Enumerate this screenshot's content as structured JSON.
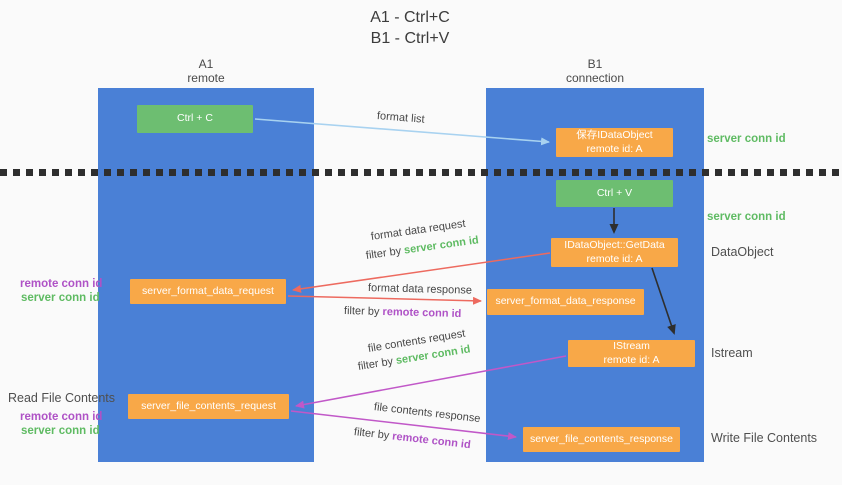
{
  "title": {
    "line1": "A1 - Ctrl+C",
    "line2": "B1 - Ctrl+V"
  },
  "columns": {
    "a1": {
      "name": "A1",
      "subtitle": "remote"
    },
    "b1": {
      "name": "B1",
      "subtitle": "connection"
    }
  },
  "nodes": {
    "ctrl_c": {
      "label": "Ctrl + C"
    },
    "save_idataobject": {
      "line1": "保存IDataObject",
      "line2": "remote id: A"
    },
    "ctrl_v": {
      "label": "Ctrl + V"
    },
    "getdata": {
      "line1": "IDataObject::GetData",
      "line2": "remote id: A"
    },
    "format_request": {
      "label": "server_format_data_request"
    },
    "format_response": {
      "label": "server_format_data_response"
    },
    "istream": {
      "line1": "IStream",
      "line2": "remote id: A"
    },
    "file_request": {
      "label": "server_file_contents_request"
    },
    "file_response": {
      "label": "server_file_contents_response"
    }
  },
  "flow_labels": {
    "format_list": "format list",
    "format_data_request": "format data request",
    "format_data_response": "format data response",
    "file_contents_request": "file contents request",
    "file_contents_response": "file contents response",
    "filter_by": "filter by ",
    "server_conn_id": "server conn id",
    "remote_conn_id": "remote conn id"
  },
  "side_labels": {
    "server_conn_id_top": "server conn id",
    "server_conn_id_mid": "server conn id",
    "dataobject": "DataObject",
    "istream": "Istream",
    "write_file_contents": "Write File Contents",
    "read_file_contents": "Read File Contents",
    "remote_conn_id_left1": "remote conn id",
    "server_conn_id_left1": "server conn id",
    "remote_conn_id_left2": "remote conn id",
    "server_conn_id_left2": "server conn id"
  },
  "colors": {
    "bg": "#fafafa",
    "column-blue": "#4a80d6",
    "box-green": "#6dbe71",
    "box-orange": "#f8a848",
    "arrow-red": "#ed6a5f",
    "arrow-magenta": "#c158c8",
    "arrow-lightblue": "#a8d2f0",
    "arrow-black": "#2e2e2e",
    "text-green": "#5fbb63",
    "text-purple": "#af52c6",
    "text-gray": "#4f4f4f",
    "text-dark": "#3c3c3c"
  }
}
